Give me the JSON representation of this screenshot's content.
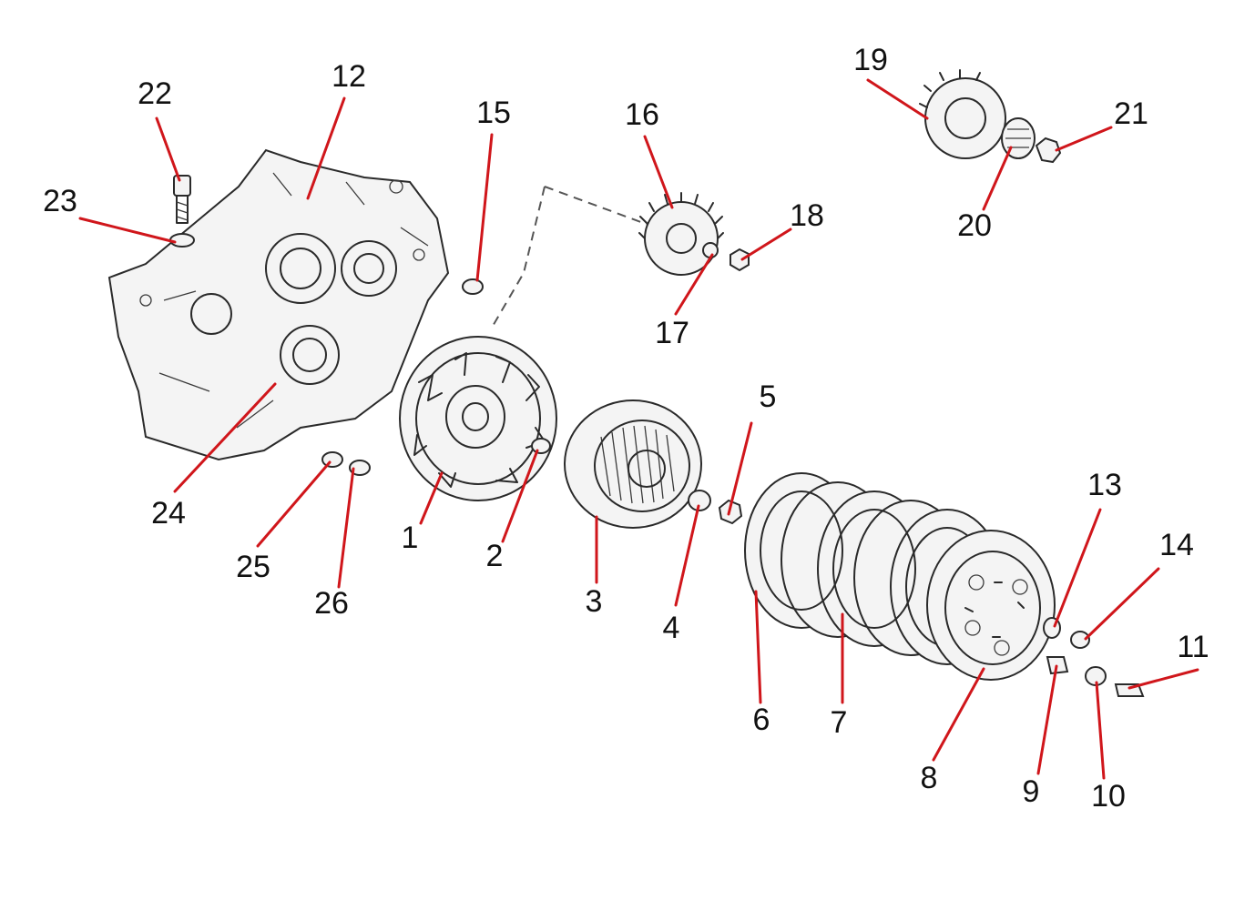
{
  "callouts": [
    {
      "id": "1",
      "label": "1"
    },
    {
      "id": "2",
      "label": "2"
    },
    {
      "id": "3",
      "label": "3"
    },
    {
      "id": "4",
      "label": "4"
    },
    {
      "id": "5",
      "label": "5"
    },
    {
      "id": "6",
      "label": "6"
    },
    {
      "id": "7",
      "label": "7"
    },
    {
      "id": "8",
      "label": "8"
    },
    {
      "id": "9",
      "label": "9"
    },
    {
      "id": "10",
      "label": "10"
    },
    {
      "id": "11",
      "label": "11"
    },
    {
      "id": "12",
      "label": "12"
    },
    {
      "id": "13",
      "label": "13"
    },
    {
      "id": "14",
      "label": "14"
    },
    {
      "id": "15",
      "label": "15"
    },
    {
      "id": "16",
      "label": "16"
    },
    {
      "id": "17",
      "label": "17"
    },
    {
      "id": "18",
      "label": "18"
    },
    {
      "id": "19",
      "label": "19"
    },
    {
      "id": "20",
      "label": "20"
    },
    {
      "id": "21",
      "label": "21"
    },
    {
      "id": "22",
      "label": "22"
    },
    {
      "id": "23",
      "label": "23"
    },
    {
      "id": "24",
      "label": "24"
    },
    {
      "id": "25",
      "label": "25"
    },
    {
      "id": "26",
      "label": "26"
    }
  ],
  "colors": {
    "leader": "#d0161b",
    "linework": "#2a2a2a",
    "background": "#ffffff"
  }
}
